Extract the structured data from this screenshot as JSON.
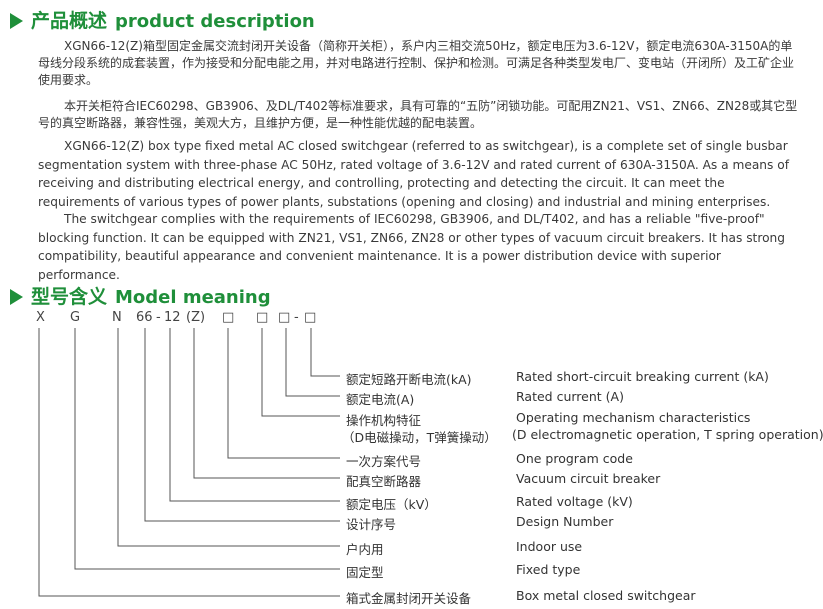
{
  "section1": {
    "title_zh": "产品概述",
    "title_en": "product description"
  },
  "paras": {
    "p1": "XGN66-12(Z)箱型固定金属交流封闭开关设备（简称开关柜），系户内三相交流50Hz，额定电压为3.6-12V，额定电流630A-3150A的单母线分段系统的成套装置，作为接受和分配电能之用，并对电路进行控制、保护和检测。可满足各种类型发电厂、变电站（开闭所）及工矿企业使用要求。",
    "p2": "本开关柜符合IEC60298、GB3906、及DL/T402等标准要求，具有可靠的“五防”闭锁功能。可配用ZN21、VS1、ZN66、ZN28或其它型号的真空断路器，兼容性强，美观大方，且维护方便，是一种性能优越的配电装置。",
    "p3": "XGN66-12(Z) box type fixed metal AC closed switchgear (referred to as switchgear), is a complete set of single busbar segmentation system with three-phase AC 50Hz, rated voltage of 3.6-12V and rated current of 630A-3150A. As a means of receiving and distributing electrical energy, and controlling, protecting and detecting the circuit. It can meet the requirements of various types of power plants, substations (opening and closing) and industrial and mining enterprises.",
    "p4": "The switchgear complies with the requirements of IEC60298, GB3906, and DL/T402, and has a reliable \"five-proof\" blocking function. It can be equipped with ZN21, VS1, ZN66, ZN28 or other types of vacuum circuit breakers. It has strong compatibility, beautiful appearance and convenient maintenance. It is a power distribution device with superior performance."
  },
  "section2": {
    "title_zh": "型号含义",
    "title_en": "Model meaning"
  },
  "code": [
    "X",
    "G",
    "N",
    "66",
    "-",
    "12",
    "(Z)",
    "□",
    "□",
    "□",
    "-",
    "□"
  ],
  "items": [
    {
      "zh": "额定短路开断电流(kA)",
      "en": "Rated short-circuit breaking current (kA)"
    },
    {
      "zh": "额定电流(A)",
      "en": "Rated current (A)"
    },
    {
      "zh": "操作机构特征",
      "zh2": "（D电磁操动，T弹簧操动）",
      "en": "Operating mechanism characteristics",
      "en2": "(D electromagnetic operation, T spring operation)"
    },
    {
      "zh": "一次方案代号",
      "en": "One program code"
    },
    {
      "zh": "配真空断路器",
      "en": "Vacuum circuit breaker"
    },
    {
      "zh": "额定电压（kV）",
      "en": "Rated voltage (kV)"
    },
    {
      "zh": "设计序号",
      "en": "Design Number"
    },
    {
      "zh": "户内用",
      "en": "Indoor use"
    },
    {
      "zh": "固定型",
      "en": "Fixed type"
    },
    {
      "zh": "箱式金属封闭开关设备",
      "en": "Box metal closed switchgear"
    }
  ]
}
